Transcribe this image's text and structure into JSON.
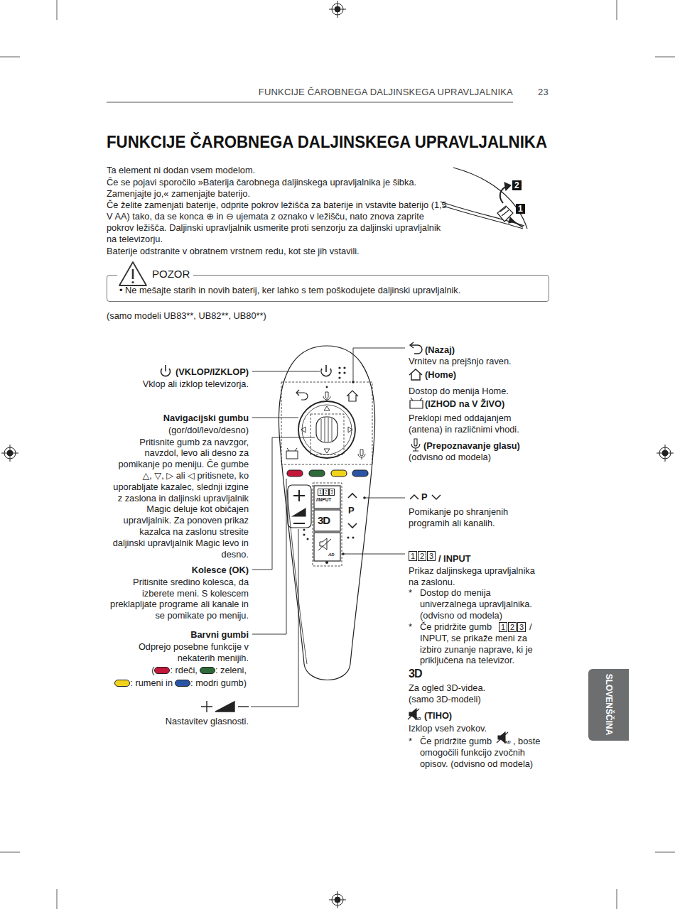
{
  "diagram": {
    "title": "FUNKCIJE ČAROBNEGA DALJINSKEGA UPRAVLJALNIKA",
    "nodes": [
      {
        "text": [
          "POZOR",
          "• Ne mešajte starih in novih baterij, ker lahko s tem poškodujete daljinski upravljalnik."
        ]
      },
      {
        "text": [
          "SLOVENŠČINA"
        ]
      }
    ],
    "labels": [
      "FUNKCIJE ČAROBNEGA DALJINSKEGA UPRAVLJALNIKA",
      "23",
      "Ta element ni dodan vsem modelom.",
      "Če se pojavi sporočilo »Baterija čarobnega daljinskega upravljalnika je šibka. Zamenjajte jo,« zamenjajte baterijo.",
      "Če želite zamenjati baterije, odprite pokrov ležišča za baterije in vstavite baterijo (1,5 V AA) tako, da se konca ⊕ in ⊖ ujemata z oznako v ležišču, nato znova zaprite pokrov ležišča. Daljinski upravljalnik usmerite proti senzorju za daljinski upravljalnik na televizorju.",
      "Baterije odstranite v obratnem vrstnem redu, kot ste jih vstavili.",
      "2",
      "1",
      "(samo modeli UB83**, UB82**, UB80**)",
      "(VKLOP/IZKLOP)",
      "Vklop ali izklop televizorja.",
      "Navigacijski gumbu",
      "(gor/dol/levo/desno)",
      "Pritisnite gumb za navzgor, navzdol, levo ali desno za pomikanje po meniju. Če gumbe △, ▽, ▷ ali ◁ pritisnete, ko uporabljate kazalec, slednji izgine z zaslona in daljinski upravljalnik Magic deluje kot običajen upravljalnik. Za ponoven prikaz kazalca na zaslonu stresite daljinski upravljalnik Magic levo in desno.",
      "Kolesce (OK)",
      "Pritisnite sredino kolesca, da izberete meni. S kolescem preklapljate programe ali kanale in se pomikate po meniju.",
      "Barvni gumbi",
      "Odprejo posebne funkcije v nekaterih menijih.",
      "(",
      "Nastavitev glasnosti.",
      "(Nazaj)",
      "Vrnitev na prejšnjo raven.",
      "(Home)",
      "Dostop do menija Home.",
      "(IZHOD na V ŽIVO)",
      "Preklopi med oddajanjem (antena) in različnimi vhodi.",
      "(Prepoznavanje glasu)",
      "(odvisno od modela)",
      "P",
      "Pomikanje po shranjenih programih ali kanalih.",
      "1",
      "2",
      "3",
      "/ INPUT",
      "Prikaz daljinskega upravljalnika na zaslonu.",
      "*",
      "Dostop do menija univerzalnega upravljalnika. (odvisno od modela)",
      "*",
      "Če pridržite gumb",
      "1",
      "2",
      "3",
      "/ INPUT, se prikaže meni za izbiro zunanje naprave, ki je priključena na televizor.",
      "3D",
      "Za ogled 3D-videa. (samo 3D-modeli)",
      "(TIHO)",
      "AD",
      "Izklop vseh zvokov.",
      "*",
      "Če pridržite gumb",
      "AD",
      ", boste omogočili funkcijo zvočnih opisov. (odvisno od modela)",
      "1",
      "2",
      "3",
      "/INPUT",
      "3D",
      "P",
      "AD"
    ],
    "legend": [
      {
        "text": ": rdeči,",
        "color": "#c4173b"
      },
      {
        "text": ": zeleni,",
        "color": "#2f6b3a"
      },
      {
        "text": ": rumeni in",
        "color": "#f2d31b"
      },
      {
        "text": ": modri gumb)",
        "color": "#2a54a5"
      }
    ]
  }
}
